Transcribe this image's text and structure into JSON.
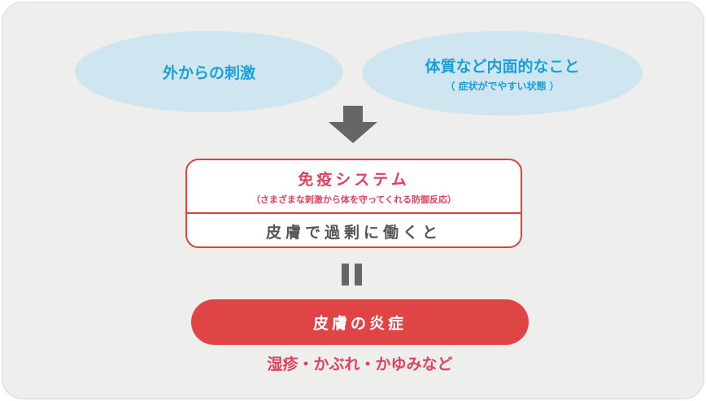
{
  "external": {
    "label": "外からの刺激"
  },
  "internal": {
    "label": "体質など内面的なこと",
    "sub": "（ 症状がでやすい状態 ）"
  },
  "immune": {
    "title": "免疫システム",
    "sub": "（さまざまな刺激から体を守ってくれる防御反応）",
    "action": "皮膚で過剰に働くと"
  },
  "result": {
    "label": "皮膚の炎症",
    "examples": "湿疹・かぶれ・かゆみなど"
  },
  "colors": {
    "blue_text": "#1aa0d8",
    "ellipse": "#cfe6f1",
    "red": "#e04545",
    "pink": "#e0415f"
  }
}
